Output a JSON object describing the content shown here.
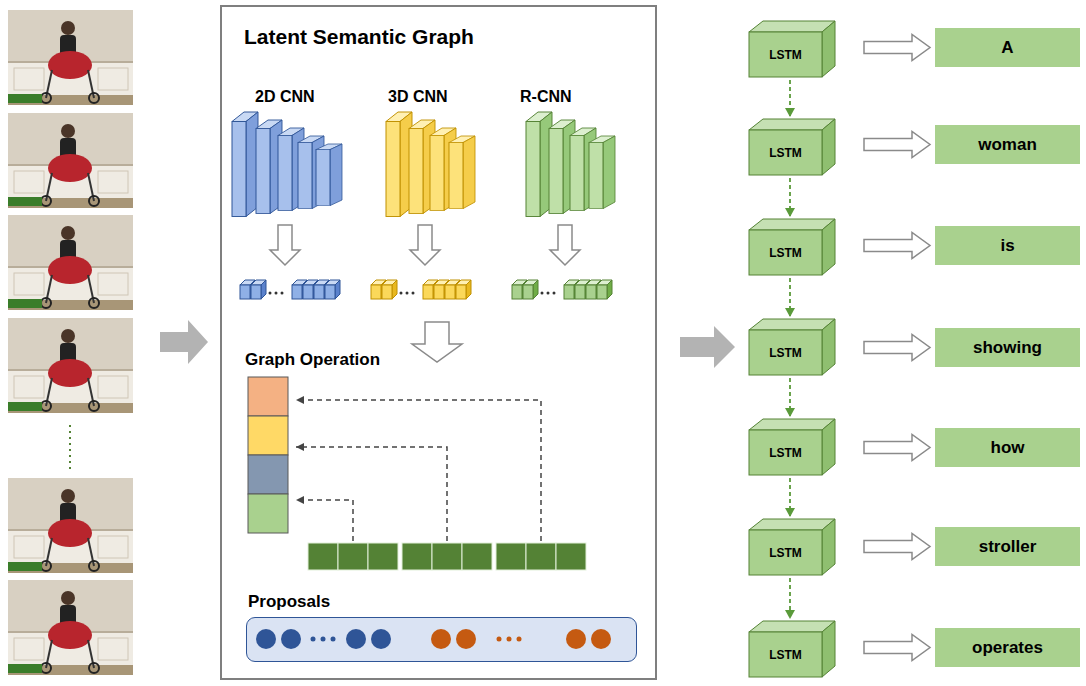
{
  "diagram": {
    "nodes": [
      {
        "text": [
          "Latent Semantic Graph"
        ]
      },
      {
        "text": [
          "Proposals"
        ],
        "in": 0
      },
      {
        "text": [
          "LSTM"
        ]
      },
      {
        "text": [
          "A"
        ]
      },
      {
        "text": [
          "LSTM"
        ]
      },
      {
        "text": [
          "woman"
        ]
      },
      {
        "text": [
          "LSTM"
        ]
      },
      {
        "text": [
          "is"
        ]
      },
      {
        "text": [
          "LSTM"
        ]
      },
      {
        "text": [
          "showing"
        ]
      },
      {
        "text": [
          "LSTM"
        ]
      },
      {
        "text": [
          "how"
        ]
      },
      {
        "text": [
          "LSTM"
        ]
      },
      {
        "text": [
          "stroller"
        ]
      },
      {
        "text": [
          "LSTM"
        ]
      },
      {
        "text": [
          "operates"
        ]
      }
    ],
    "edges": [
      {
        "from": 0,
        "to": 8,
        "arrow": "to"
      },
      {
        "from": 2,
        "to": 3,
        "arrow": "to"
      },
      {
        "from": 4,
        "to": 5,
        "arrow": "to"
      },
      {
        "from": 6,
        "to": 7,
        "arrow": "to"
      },
      {
        "from": 8,
        "to": 9,
        "arrow": "to"
      },
      {
        "from": 10,
        "to": 11,
        "arrow": "to"
      },
      {
        "from": 12,
        "to": 13,
        "arrow": "to"
      },
      {
        "from": 14,
        "to": 15,
        "arrow": "to"
      },
      {
        "from": 2,
        "to": 4,
        "arrow": "to"
      },
      {
        "from": 4,
        "to": 6,
        "arrow": "to"
      },
      {
        "from": 6,
        "to": 8,
        "arrow": "to"
      },
      {
        "from": 8,
        "to": 10,
        "arrow": "to"
      },
      {
        "from": 10,
        "to": 12,
        "arrow": "to"
      },
      {
        "from": 12,
        "to": 14,
        "arrow": "to"
      }
    ],
    "labels": [
      "2D CNN",
      "3D CNN",
      "R-CNN",
      "Graph Operation"
    ]
  }
}
